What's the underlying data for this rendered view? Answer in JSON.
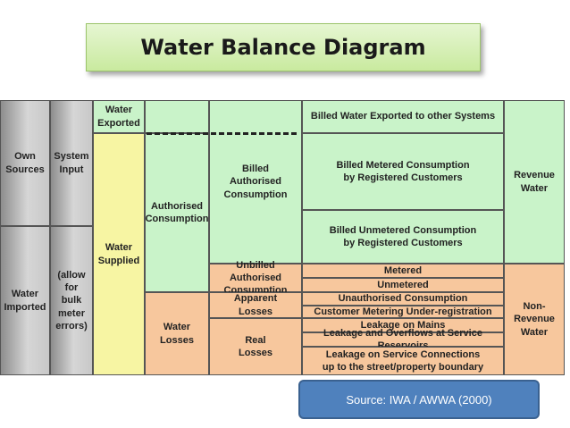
{
  "title": "Water Balance Diagram",
  "cells": {
    "own_sources": "Own\nSources",
    "water_imported": "Water\nImported",
    "system_input": "System\nInput",
    "system_input_note": "(allow\nfor\nbulk\nmeter\nerrors)",
    "water_exported": "Water\nExported",
    "water_supplied": "Water\nSupplied",
    "authorised_consumption": "Authorised\nConsumption",
    "water_losses": "Water\nLosses",
    "billed_authorised": "Billed\nAuthorised\nConsumption",
    "unbilled_authorised": "Unbilled Authorised\nConsumption",
    "apparent_losses": "Apparent\nLosses",
    "real_losses": "Real\nLosses",
    "billed_exported": "Billed Water Exported to other Systems",
    "billed_metered": "Billed Metered Consumption\nby Registered Customers",
    "billed_unmetered": "Billed Unmetered Consumption\nby Registered Customers",
    "metered": "Metered",
    "unmetered": "Unmetered",
    "unauthorised": "Unauthorised Consumption",
    "metering_under": "Customer Metering Under-registration",
    "leakage_mains": "Leakage on Mains",
    "leakage_reservoirs": "Leakage and Overflows at Service Reservoirs",
    "leakage_connections": "Leakage on Service Connections\nup to the street/property boundary",
    "revenue_water": "Revenue\nWater",
    "non_revenue_water": "Non-\nRevenue\nWater"
  },
  "colors": {
    "gray": "#c8c8c8",
    "green": "#c9f3c9",
    "yellow": "#f7f5a3",
    "orange": "#f7c79d",
    "source_box": "#4f81bd"
  },
  "source": "Source: IWA / AWWA (2000)"
}
